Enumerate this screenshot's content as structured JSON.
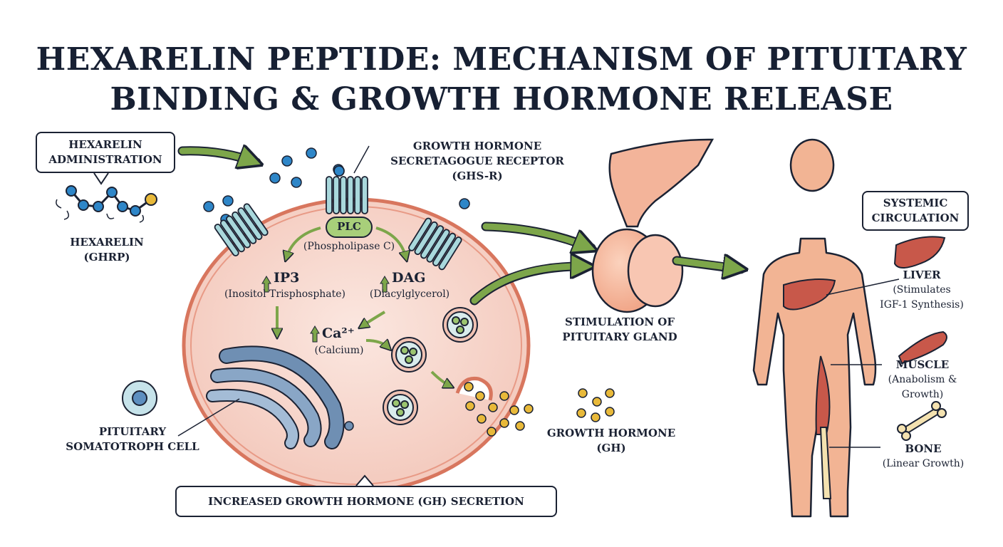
{
  "title": {
    "line1": "HEXARELIN PEPTIDE: MECHANISM OF PITUITARY",
    "line2": "BINDING & GROWTH HORMONE RELEASE"
  },
  "admin_box": {
    "line1": "HEXARELIN",
    "line2": "ADMINISTRATION"
  },
  "hexarelin_label": {
    "line1": "HEXARELIN",
    "line2": "(GHRP)"
  },
  "receptor_label": {
    "line1": "GROWTH HORMONE",
    "line2": "SECRETAGOGUE RECEPTOR",
    "line3": "(GHS-R)"
  },
  "plc": {
    "name": "PLC",
    "full": "(Phospholipase C)"
  },
  "ip3": {
    "name": "IP3",
    "full": "(Inositol Trisphosphate)"
  },
  "dag": {
    "name": "DAG",
    "full": "(Diacylglycerol)"
  },
  "calcium": {
    "name": "Ca²⁺",
    "full": "(Calcium)"
  },
  "cell_label": {
    "line1": "PITUITARY",
    "line2": "SOMATOTROPH CELL"
  },
  "secretion_box": "INCREASED GROWTH HORMONE (GH) SECRETION",
  "gh_label": {
    "line1": "GROWTH HORMONE",
    "line2": "(GH)"
  },
  "gland_label": {
    "line1": "STIMULATION OF",
    "line2": "PITUITARY GLAND"
  },
  "circulation_box": {
    "line1": "SYSTEMIC",
    "line2": "CIRCULATION"
  },
  "liver": {
    "name": "LIVER",
    "line1": "(Stimulates",
    "line2": "IGF-1 Synthesis)"
  },
  "muscle": {
    "name": "MUSCLE",
    "line1": "(Anabolism &",
    "line2": "Growth)"
  },
  "bone": {
    "name": "BONE",
    "line1": "(Linear Growth)"
  },
  "colors": {
    "outline": "#1b2233",
    "arrow": "#7da64a",
    "peptide": "#2e86c8",
    "cell_fill": "#f8d9d0",
    "cell_border": "#d8765e",
    "receptor": "#a9d8dc",
    "er": "#6f8fb3",
    "gh_granule": "#e8b93a",
    "body": "#f2b494",
    "organ": "#c8584a"
  }
}
